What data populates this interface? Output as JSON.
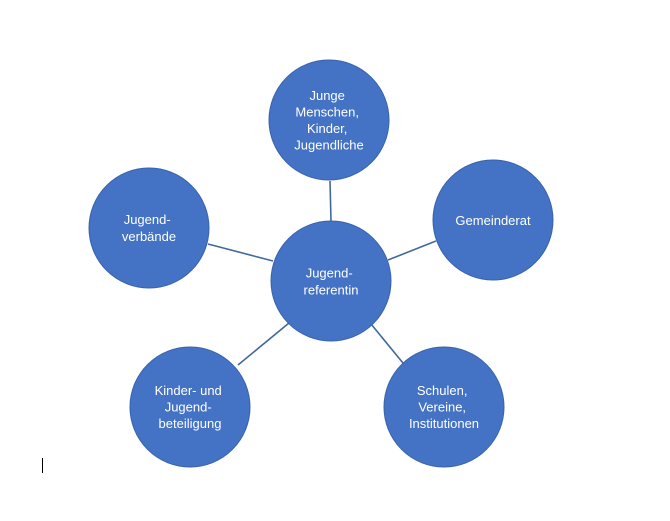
{
  "diagram": {
    "center": {
      "lines": [
        "Jugend-",
        "referentin"
      ]
    },
    "nodes": [
      {
        "id": "junge-menschen",
        "lines": [
          "Junge",
          "Menschen,",
          "Kinder,",
          "Jugendliche"
        ]
      },
      {
        "id": "gemeinderat",
        "lines": [
          "Gemeinderat"
        ]
      },
      {
        "id": "schulen",
        "lines": [
          "Schulen,",
          "Vereine,",
          "Institutionen"
        ]
      },
      {
        "id": "beteiligung",
        "lines": [
          "Kinder- und",
          "Jugend-",
          "beteiligung"
        ]
      },
      {
        "id": "verbaende",
        "lines": [
          "Jugend-",
          "verbände"
        ]
      }
    ]
  },
  "colors": {
    "node_fill": "#4472c4",
    "connector": "#41699c",
    "text": "#ffffff"
  }
}
